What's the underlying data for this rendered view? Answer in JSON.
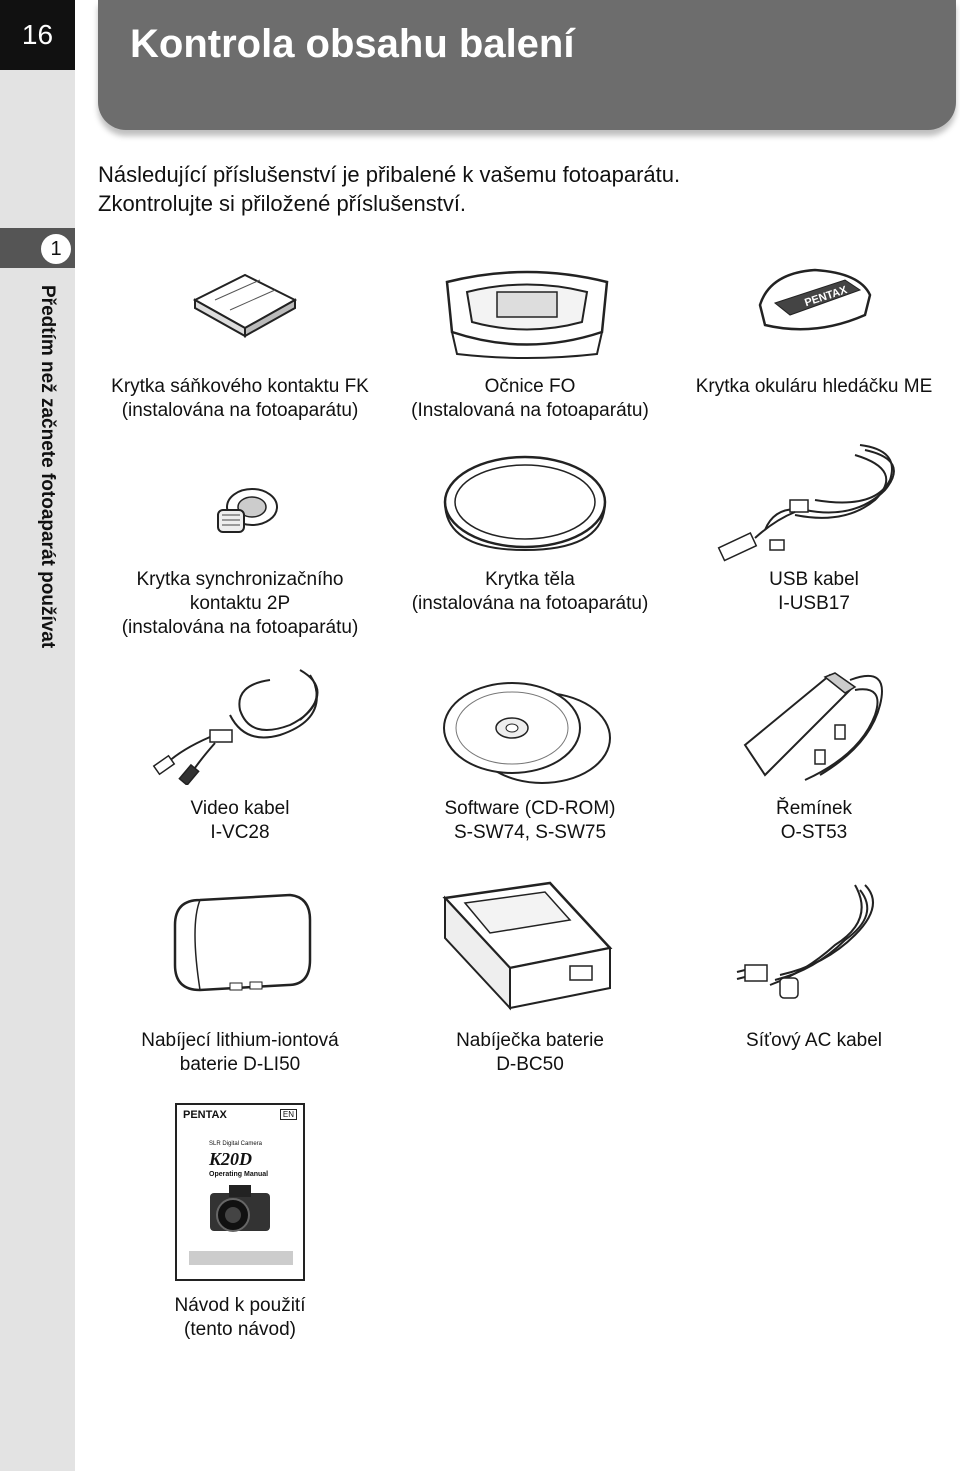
{
  "page": {
    "number": "16",
    "title": "Kontrola obsahu balení"
  },
  "chapter": {
    "number": "1",
    "title": "Předtím než začnete fotoaparát používat"
  },
  "intro": {
    "line1": "Následující příslušenství je přibalené k vašemu fotoaparátu.",
    "line2": "Zkontrolujte si přiložené příslušenství."
  },
  "items": [
    {
      "icon": "hot-shoe-cover",
      "line1": "Krytka sáňkového kontaktu FK",
      "line2": "(instalována na fotoaparátu)"
    },
    {
      "icon": "eyecup",
      "line1": "Očnice FO",
      "line2": "(Instalovaná na fotoaparátu)"
    },
    {
      "icon": "viewfinder-cap",
      "line1": "Krytka okuláru hledáčku ME"
    },
    {
      "icon": "sync-socket-cap",
      "line1": "Krytka synchronizačního",
      "line2": "kontaktu 2P",
      "line3": "(instalována na fotoaparátu)"
    },
    {
      "icon": "body-mount-cover",
      "line1": "Krytka těla",
      "line2": "(instalována na fotoaparátu)"
    },
    {
      "icon": "usb-cable",
      "line1": "USB kabel",
      "line2": "I-USB17"
    },
    {
      "icon": "video-cable",
      "line1": "Video kabel",
      "line2": "I-VC28"
    },
    {
      "icon": "cd-rom",
      "line1": "Software (CD-ROM)",
      "line2": "S-SW74, S-SW75"
    },
    {
      "icon": "strap",
      "line1": "Řemínek",
      "line2": "O-ST53"
    },
    {
      "icon": "battery",
      "line1": "Nabíjecí lithium-iontová",
      "line2": "baterie D-LI50"
    },
    {
      "icon": "battery-charger",
      "line1": "Nabíječka baterie",
      "line2": "D-BC50"
    },
    {
      "icon": "ac-cable",
      "line1": "Síťový AC kabel"
    },
    {
      "icon": "operating-manual",
      "line1": "Návod k použití",
      "line2": "(tento návod)"
    }
  ],
  "manual_cover": {
    "brand": "PENTAX",
    "lang": "EN",
    "subtitle": "SLR Digital Camera",
    "model": "K20D",
    "doc": "Operating Manual"
  }
}
